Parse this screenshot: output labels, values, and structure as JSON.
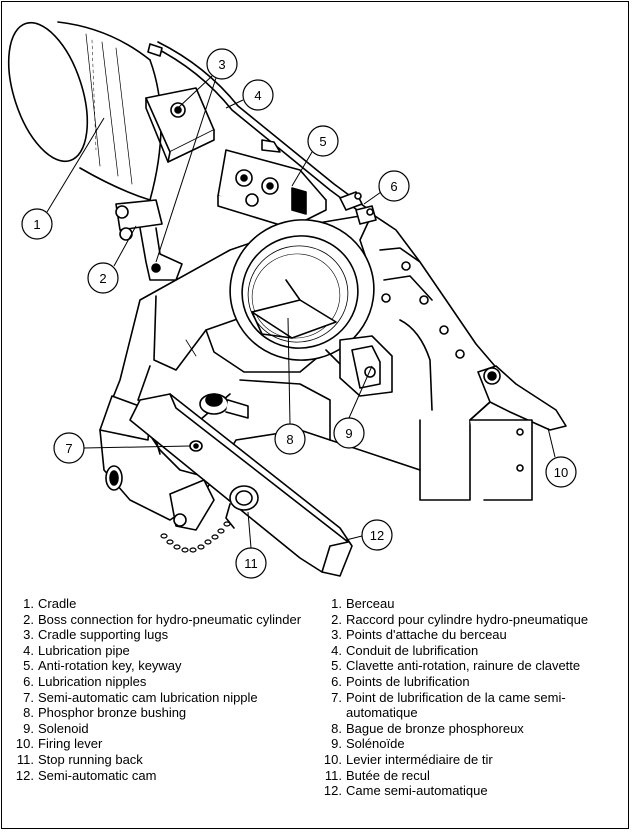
{
  "callouts": [
    {
      "num": "1"
    },
    {
      "num": "2"
    },
    {
      "num": "3"
    },
    {
      "num": "4"
    },
    {
      "num": "5"
    },
    {
      "num": "6"
    },
    {
      "num": "7"
    },
    {
      "num": "8"
    },
    {
      "num": "9"
    },
    {
      "num": "10"
    },
    {
      "num": "11"
    },
    {
      "num": "12"
    }
  ],
  "legend_en": [
    {
      "num": "1.",
      "text": "Cradle"
    },
    {
      "num": "2.",
      "text": "Boss connection for hydro-pneumatic cylinder"
    },
    {
      "num": "3.",
      "text": "Cradle supporting lugs"
    },
    {
      "num": "4.",
      "text": "Lubrication pipe"
    },
    {
      "num": "5.",
      "text": "Anti-rotation key, keyway"
    },
    {
      "num": "6.",
      "text": "Lubrication nipples"
    },
    {
      "num": "7.",
      "text": "Semi-automatic cam lubrication nipple"
    },
    {
      "num": "8.",
      "text": "Phosphor bronze bushing"
    },
    {
      "num": "9.",
      "text": "Solenoid"
    },
    {
      "num": "10.",
      "text": "Firing lever"
    },
    {
      "num": "11.",
      "text": "Stop running back"
    },
    {
      "num": "12.",
      "text": "Semi-automatic cam"
    }
  ],
  "legend_fr": [
    {
      "num": "1.",
      "text": "Berceau"
    },
    {
      "num": "2.",
      "text": "Raccord pour cylindre hydro-pneumatique"
    },
    {
      "num": "3.",
      "text": "Points d'attache du berceau"
    },
    {
      "num": "4.",
      "text": "Conduit de lubrification"
    },
    {
      "num": "5.",
      "text": "Clavette anti-rotation, rainure de clavette"
    },
    {
      "num": "6.",
      "text": "Points de lubrification"
    },
    {
      "num": "7.",
      "text": "Point de lubrification de la came semi-automatique"
    },
    {
      "num": "8.",
      "text": "Bague de bronze phosphoreux"
    },
    {
      "num": "9.",
      "text": "Solénoïde"
    },
    {
      "num": "10.",
      "text": "Levier intermédiaire de tir"
    },
    {
      "num": "11.",
      "text": "Butée de recul"
    },
    {
      "num": "12.",
      "text": "Came semi-automatique"
    }
  ]
}
